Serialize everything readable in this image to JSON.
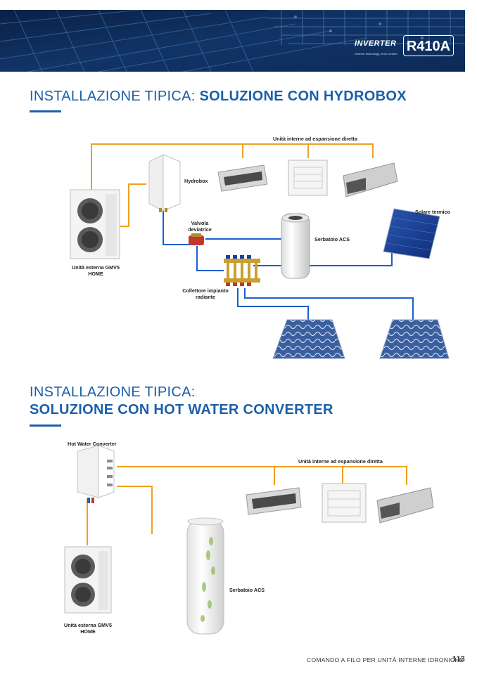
{
  "header": {
    "inverter_logo": "INVERTER",
    "inverter_tagline": "Greener technology, more comfort",
    "refrigerant_logo": "R410A"
  },
  "section1": {
    "title_light": "INSTALLAZIONE TIPICA: ",
    "title_bold": "SOLUZIONE CON HYDROBOX",
    "labels": {
      "indoor_units": "Unità interne ad espansione diretta",
      "hydrobox": "Hydrobox",
      "valve": [
        "Valvola",
        "deviatrice"
      ],
      "solar": "Solare termico",
      "tank": "Serbatoio ACS",
      "outdoor": [
        "Unità esterna GMV5",
        "HOME"
      ],
      "manifold": [
        "Collettore impianto",
        "radiante"
      ]
    }
  },
  "section2": {
    "title_line1": "INSTALLAZIONE TIPICA:",
    "title_line2": "SOLUZIONE CON HOT WATER CONVERTER",
    "labels": {
      "converter": "Hot Water Converter",
      "indoor_units": "Unità interne ad espansione diretta",
      "tank": "Serbatoio ACS",
      "outdoor": [
        "Unità esterna GMV5",
        "HOME"
      ]
    }
  },
  "footer": {
    "text": "COMANDO A FILO PER UNITÀ INTERNE IDRONICHE",
    "page": "113"
  },
  "colors": {
    "brand_blue": "#1b5fa8",
    "pipe_orange": "#f0a020",
    "pipe_blue": "#1a5fd0"
  }
}
